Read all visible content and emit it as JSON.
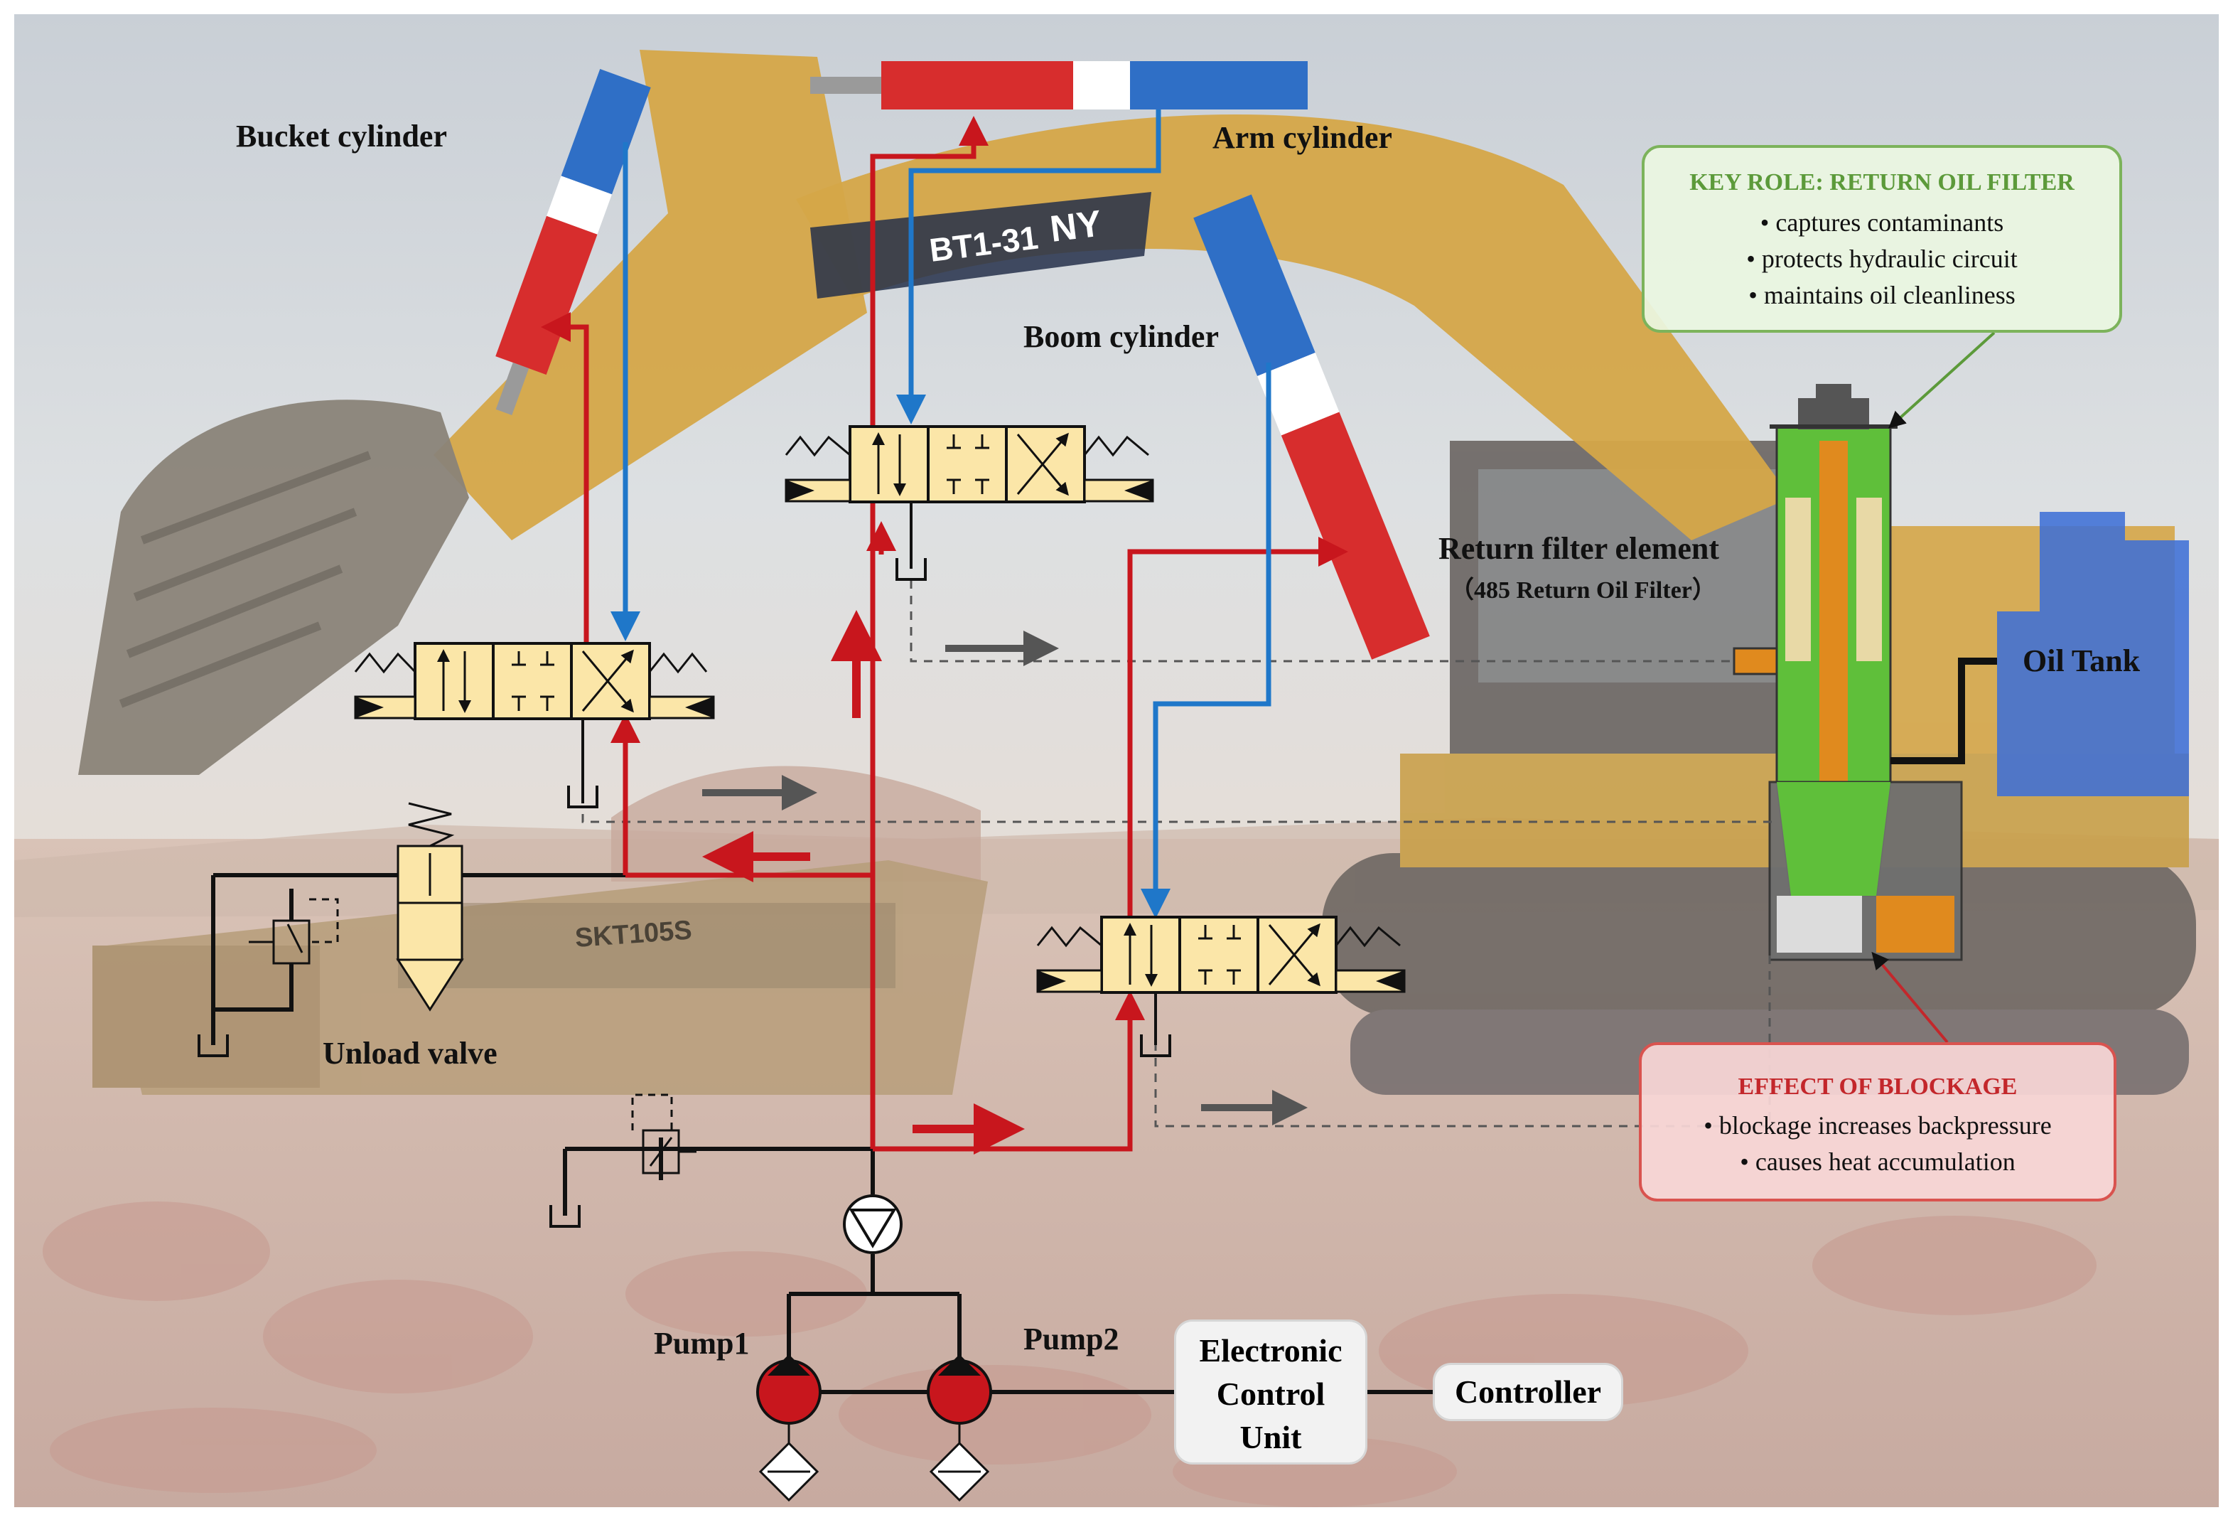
{
  "labels": {
    "bucket_cylinder": "Bucket cylinder",
    "arm_cylinder": "Arm cylinder",
    "boom_cylinder": "Boom cylinder",
    "return_filter_element": "Return filter element",
    "return_filter_model": "（485 Return Oil Filter）",
    "oil_tank": "Oil Tank",
    "unload_valve": "Unload valve",
    "pump1": "Pump1",
    "pump2": "Pump2",
    "truck_text": "SKT105S",
    "excavator_number": "BT1-31",
    "excavator_brand_fragment": "NY"
  },
  "key_role": {
    "title": "KEY ROLE: RETURN OIL FILTER",
    "items": [
      "captures contaminants",
      "protects hydraulic circuit",
      "maintains oil cleanliness"
    ]
  },
  "blockage": {
    "title": "EFFECT OF BLOCKAGE",
    "items": [
      "blockage increases backpressure",
      "causes heat accumulation"
    ]
  },
  "ecu": {
    "lines": [
      "Electronic",
      "Control",
      "Unit"
    ]
  },
  "controller": {
    "label": "Controller"
  },
  "colors": {
    "pressure_line": "#c8161d",
    "return_line": "#1f77c9",
    "circuit_line": "#111111",
    "valve_fill": "#fbe6a8",
    "pump_fill": "#c8161d",
    "filter_green": "#5fbf3a",
    "filter_orange": "#e08a1e",
    "tank_blue": "#3f6fd6",
    "excavator_yellow": "#d5a648"
  },
  "icons": {
    "pump": "pump-circle-icon",
    "check_valve": "check-valve-icon",
    "relief_valve": "relief-valve-icon",
    "tank_return": "tank-return-icon",
    "directional_valve": "directional-valve-icon"
  }
}
